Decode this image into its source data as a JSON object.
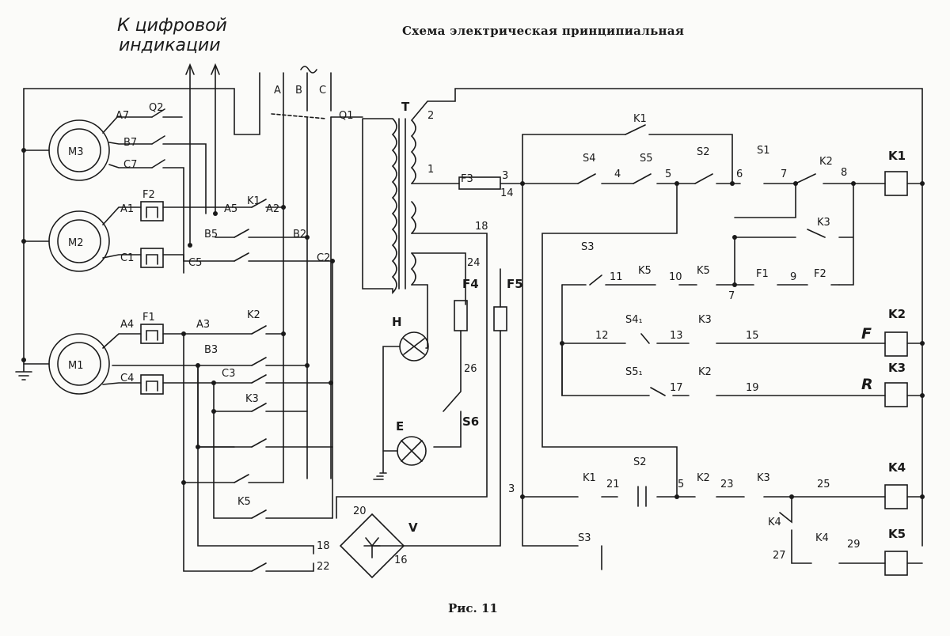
{
  "diagram": {
    "title": "Схема электрическая принципиальная",
    "caption": "Рис. 11",
    "note": [
      "К цифровой",
      "индикации"
    ],
    "supply": {
      "phase_a": "A",
      "phase_b": "B",
      "phase_c": "C",
      "symbol": "~"
    },
    "motors": {
      "m3": "M3",
      "m2": "M2",
      "m1": "M1"
    },
    "components": {
      "transformer": "T",
      "main_switch": "Q1",
      "switch_q2": "Q2",
      "lamp_h": "H",
      "lamp_e": "E",
      "rectifier": "V",
      "fuse_f3": "F3",
      "fuse_f4": "F4",
      "fuse_f5": "F5",
      "relay_f1": "F1",
      "relay_f2": "F2",
      "switch_s1": "S1",
      "switch_s2": "S2",
      "switch_s3": "S3",
      "switch_s4": "S4",
      "switch_s5": "S5",
      "switch_s6": "S6",
      "k1": "K1",
      "k2": "K2",
      "k3": "K3",
      "k4": "K4",
      "k5": "K5",
      "s4_contact": "S4₁",
      "s5_contact": "S5₁"
    },
    "direction_labels": {
      "forward": "F",
      "reverse": "R"
    },
    "wire_labels": {
      "a7": "A7",
      "b7": "B7",
      "c7": "C7",
      "a1": "A1",
      "c1": "C1",
      "a5": "A5",
      "b5": "B5",
      "c5": "C5",
      "a2": "A2",
      "b2": "B2",
      "c2": "C2",
      "a4": "A4",
      "c4": "C4",
      "a3": "A3",
      "b3": "B3",
      "c3": "C3",
      "n1": "1",
      "n2": "2",
      "n3": "3",
      "n4": "4",
      "n5": "5",
      "n6": "6",
      "n7": "7",
      "n8": "8",
      "n9": "9",
      "n10": "10",
      "n11": "11",
      "n12": "12",
      "n13": "13",
      "n14": "14",
      "n15": "15",
      "n16": "16",
      "n17": "17",
      "n18": "18",
      "n19": "19",
      "n20": "20",
      "n21": "21",
      "n22": "22",
      "n23": "23",
      "n24": "24",
      "n25": "25",
      "n26": "26",
      "n27": "27",
      "n29": "29"
    }
  }
}
